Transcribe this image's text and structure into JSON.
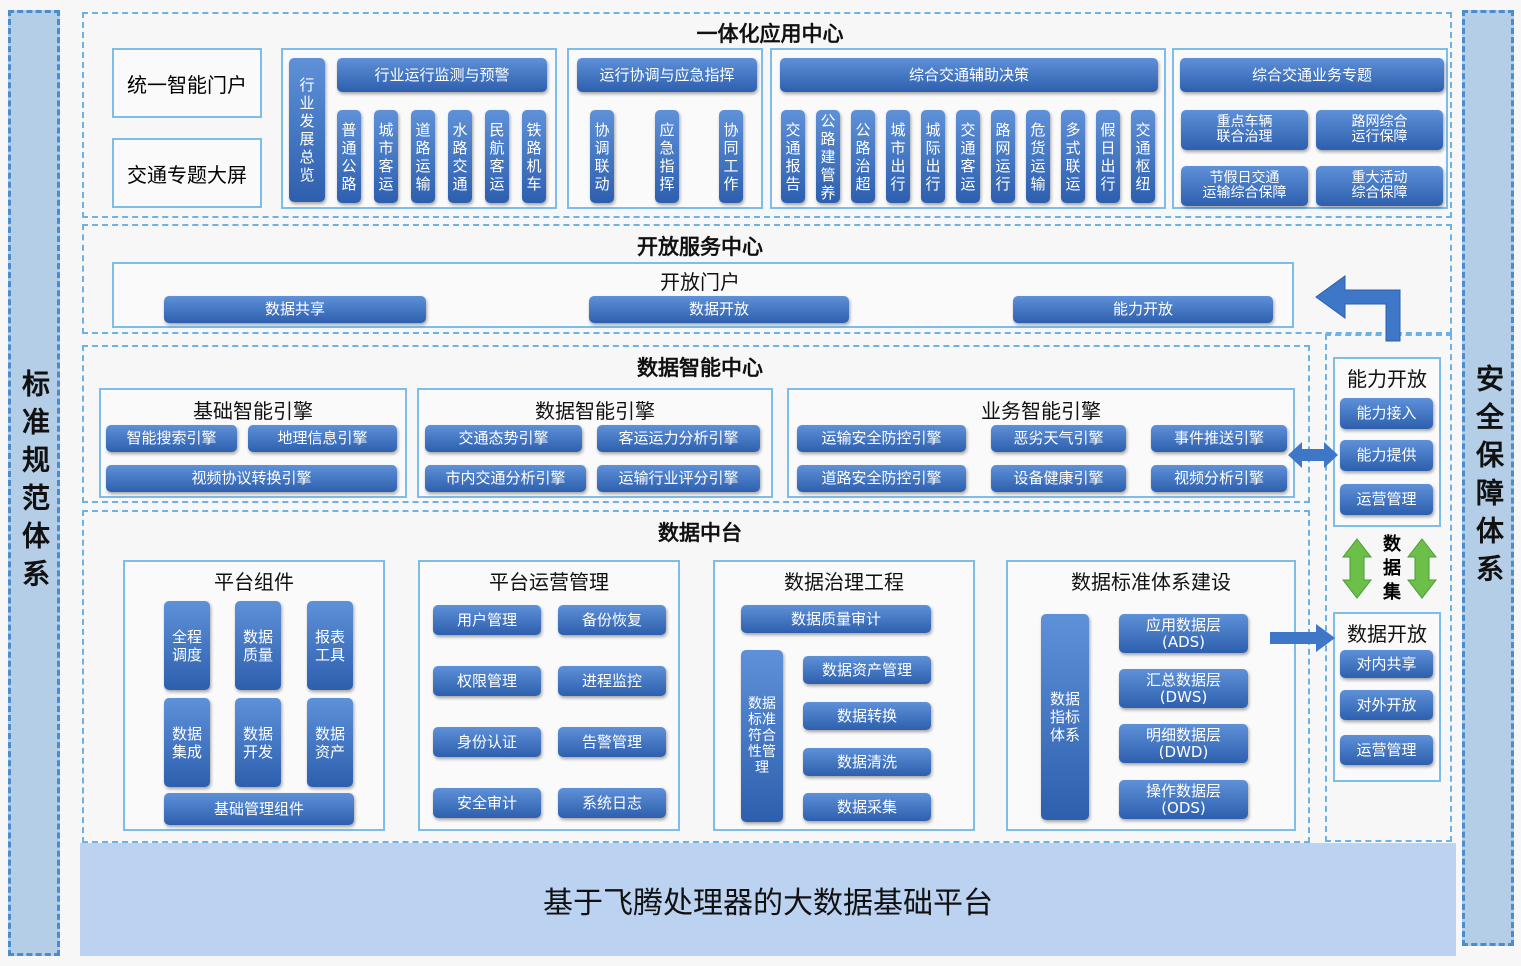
{
  "left_side": "标准规范体系",
  "right_side": "安全保障体系",
  "app_center": {
    "title": "一体化应用中心",
    "portal": "统一智能门户",
    "big_screen": "交通专题大屏",
    "monitoring": {
      "header": "行业运行监测与预警",
      "overview": "行业发展总览",
      "items": [
        "普通公路",
        "城市客运",
        "道路运输",
        "水路交通",
        "民航客运",
        "铁路机车"
      ]
    },
    "coordination": {
      "header": "运行协调与应急指挥",
      "items": [
        "协调联动",
        "应急指挥",
        "协同工作"
      ]
    },
    "decision": {
      "header": "综合交通辅助决策",
      "items": [
        "交通报告",
        "公路建管养",
        "公路治超",
        "城市出行",
        "城际出行",
        "交通客运",
        "路网运行",
        "危货运输",
        "多式联运",
        "假日出行",
        "交通枢纽"
      ]
    },
    "topics": {
      "header": "综合交通业务专题",
      "items": [
        {
          "l1": "重点车辆",
          "l2": "联合治理"
        },
        {
          "l1": "路网综合",
          "l2": "运行保障"
        },
        {
          "l1": "节假日交通",
          "l2": "运输综合保障"
        },
        {
          "l1": "重大活动",
          "l2": "综合保障"
        }
      ]
    }
  },
  "open_center": {
    "title": "开放服务中心",
    "portal": "开放门户",
    "buttons": [
      "数据共享",
      "数据开放",
      "能力开放"
    ]
  },
  "intel_center": {
    "title": "数据智能中心",
    "basic": {
      "header": "基础智能引擎",
      "items": [
        "智能搜索引擎",
        "地理信息引擎",
        "视频协议转换引擎"
      ]
    },
    "data": {
      "header": "数据智能引擎",
      "items": [
        "交通态势引擎",
        "客运运力分析引擎",
        "市内交通分析引擎",
        "运输行业评分引擎"
      ]
    },
    "business": {
      "header": "业务智能引擎",
      "items": [
        "运输安全防控引擎",
        "恶劣天气引擎",
        "事件推送引擎",
        "道路安全防控引擎",
        "设备健康引擎",
        "视频分析引擎"
      ]
    }
  },
  "data_platform": {
    "title": "数据中台",
    "components": {
      "header": "平台组件",
      "items": [
        "全程调度",
        "数据质量",
        "报表工具",
        "数据集成",
        "数据开发",
        "数据资产"
      ],
      "base": "基础管理组件"
    },
    "ops": {
      "header": "平台运营管理",
      "items": [
        "用户管理",
        "备份恢复",
        "权限管理",
        "进程监控",
        "身份认证",
        "告警管理",
        "安全审计",
        "系统日志"
      ]
    },
    "governance": {
      "header": "数据治理工程",
      "top": "数据质量审计",
      "vertical": "数据标准符合性管理",
      "items": [
        "数据资产管理",
        "数据转换",
        "数据清洗",
        "数据采集"
      ]
    },
    "standards": {
      "header": "数据标准体系建设",
      "vertical": "数据指标体系",
      "layers": [
        {
          "l1": "应用数据层",
          "l2": "(ADS)"
        },
        {
          "l1": "汇总数据层",
          "l2": "(DWS)"
        },
        {
          "l1": "明细数据层",
          "l2": "(DWD)"
        },
        {
          "l1": "操作数据层",
          "l2": "(ODS)"
        }
      ]
    }
  },
  "right_panel": {
    "capability": {
      "header": "能力开放",
      "items": [
        "能力接入",
        "能力提供",
        "运营管理"
      ]
    },
    "dataset_label": "数据集",
    "data_open": {
      "header": "数据开放",
      "items": [
        "对内共享",
        "对外开放",
        "运营管理"
      ]
    }
  },
  "footer": "基于飞腾处理器的大数据基础平台",
  "colors": {
    "side_fill": "#b3cee6",
    "button_blue": "#3b6fc0",
    "dashed_border": "#6db2e4",
    "arrow_green": "#6cc04a",
    "arrow_blue": "#3e76c8"
  }
}
